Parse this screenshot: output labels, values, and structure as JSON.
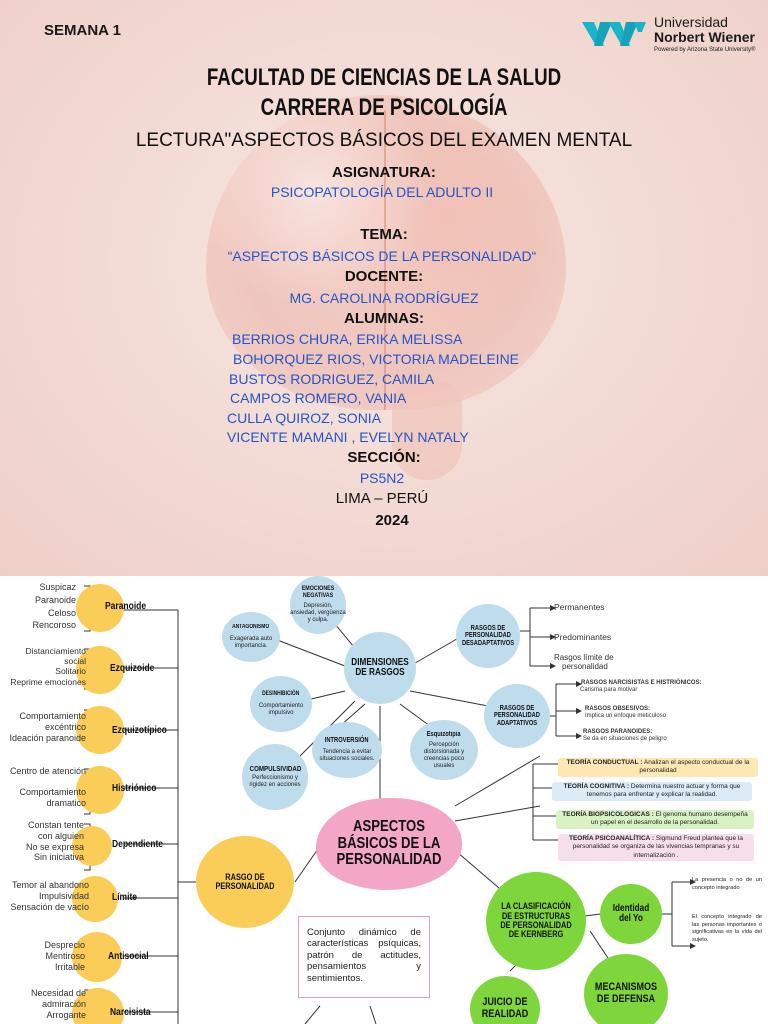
{
  "cover": {
    "week": "SEMANA 1",
    "logo": {
      "line1": "Universidad",
      "line2": "Norbert Wiener",
      "line3": "Powered by Arizona State University®"
    },
    "faculty": "FACULTAD DE CIENCIAS DE LA SALUD",
    "career": "CARRERA DE PSICOLOGÍA",
    "reading": "LECTURA\"ASPECTOS BÁSICOS DEL EXAMEN MENTAL",
    "subject_label": "ASIGNATURA:",
    "subject": "PSICOPATOLOGÍA DEL ADULTO II",
    "topic_label": "TEMA:",
    "topic": "“ASPECTOS BÁSICOS DE LA PERSONALIDAD“",
    "teacher_label": "DOCENTE:",
    "teacher": "MG. CAROLINA RODRÍGUEZ",
    "students_label": "ALUMNAS:",
    "students": [
      "BERRIOS CHURA, ERIKA MELISSA",
      "BOHORQUEZ RIOS, VICTORIA MADELEINE",
      "BUSTOS RODRIGUEZ, CAMILA",
      "CAMPOS ROMERO, VANIA",
      "CULLA QUIROZ, SONIA",
      "VICENTE MAMANI , EVELYN NATALY"
    ],
    "section_label": "SECCIÓN:",
    "section": "PS5N2",
    "city": "LIMA – PERÚ",
    "year": "2024"
  },
  "map": {
    "center": "ASPECTOS BÁSICOS DE LA PERSONALIDAD",
    "dimensions": "DIMENSIONES DE RASGOS",
    "emociones": {
      "title": "EMOCIONES NEGATIVAS",
      "desc": "Depresión, ansiedad, vergüenza y culpa."
    },
    "antagonismo": {
      "title": "ANTAGONISMO",
      "desc": "Exagerada auto importancia."
    },
    "desinhibicion": {
      "title": "DESINHIBICIÓN",
      "desc": "Comportamiento impulsivo"
    },
    "introversion": {
      "title": "INTROVERSIÓN",
      "desc": "Tendencia a evitar situaciones sociales."
    },
    "esquizotipia": {
      "title": "Esquizotipia",
      "desc": "Percepción distorsionada y creencias poco usuales"
    },
    "compulsividad": {
      "title": "COMPULSIVIDAD",
      "desc": "Perfeccionismo y rigidez en acciones"
    },
    "desadaptativos": {
      "title": "RASGOS DE PERSONALIDAD DESADAPTATIVOS",
      "items": [
        "Permanentes",
        "Predominantes",
        "Rasgos límite de",
        "personalidad"
      ]
    },
    "adaptativos": {
      "title": "RASGOS DE PERSONALIDAD ADAPTATIVOS",
      "items": [
        {
          "head": "RASGOS NARCISISTAS E HISTRIÓNICOS:",
          "desc": "Carisma para motivar"
        },
        {
          "head": "RASGOS OBSESIVOS:",
          "desc": "Implica un enfoque meticuloso"
        },
        {
          "head": "RASGOS PARANOIDES:",
          "desc": "Se da en situaciones de peligro"
        }
      ]
    },
    "theories": [
      {
        "head": "TEORÍA CONDUCTUAL :",
        "text": "Analizan el aspecto conductual de la personalidad"
      },
      {
        "head": "TEORÍA COGNITIVA :",
        "text": "Determina nuestro actuar y forma que tenemos para enfrentar y explicar la realidad."
      },
      {
        "head": "TEORÍA BIOPSICOLOGICAS :",
        "text": "El genoma humano desempeña un papel en el desarrollo de la personalidad."
      },
      {
        "head": "TEORÍA PSICOANALÍTICA :",
        "text": "Sigmund Freud plantea que la personalidad se organiza de las vivencias tempranas y su internalización ."
      }
    ],
    "rasgo": "RASGO DE PERSONALIDAD",
    "definition": "Conjunto dinámico de características psíquicas, patrón de actitudes, pensamientos y sentimientos.",
    "kernberg": "LA CLASIFICACIÓN DE ESTRUCTURAS DE PERSONALIDAD DE KERNBERG",
    "identidad": "Identidad del Yo",
    "identidad_notes": [
      "La presencia o no de un concepto integrado",
      "El concepto integrado de las personas importantes o significativas en la vida del sujeto."
    ],
    "mecanismos": "MECANISMOS DE DEFENSA",
    "juicio": "JUICIO DE REALIDAD",
    "types": [
      {
        "name": "Paranoide",
        "traits": [
          "Suspicaz",
          "Paranoide",
          "Celoso",
          "Rencoroso"
        ]
      },
      {
        "name": "Ezquizoide",
        "traits": [
          "Distanciamiento",
          "social",
          "Solitario",
          "Reprime emociones"
        ]
      },
      {
        "name": "Ezquizotípico",
        "traits": [
          "Comportamiento",
          "excéntrico",
          "Ideación paranoide"
        ]
      },
      {
        "name": "Histriónico",
        "traits": [
          "Centro de atención",
          "Comportamiento",
          "dramatico"
        ]
      },
      {
        "name": "Dependiente",
        "traits": [
          "Constan tente",
          "con alguien",
          "No se expresa",
          "Sin iniciativa"
        ]
      },
      {
        "name": "Límite",
        "traits": [
          "Temor al abandono",
          "Impulsividad",
          "Sensación de vacío"
        ]
      },
      {
        "name": "Antisocial",
        "traits": [
          "Desprecio",
          "Mentiroso",
          "Irritable"
        ]
      },
      {
        "name": "Narcisista",
        "traits": [
          "Necesidad de",
          "admiración",
          "Arrogante"
        ]
      }
    ]
  }
}
